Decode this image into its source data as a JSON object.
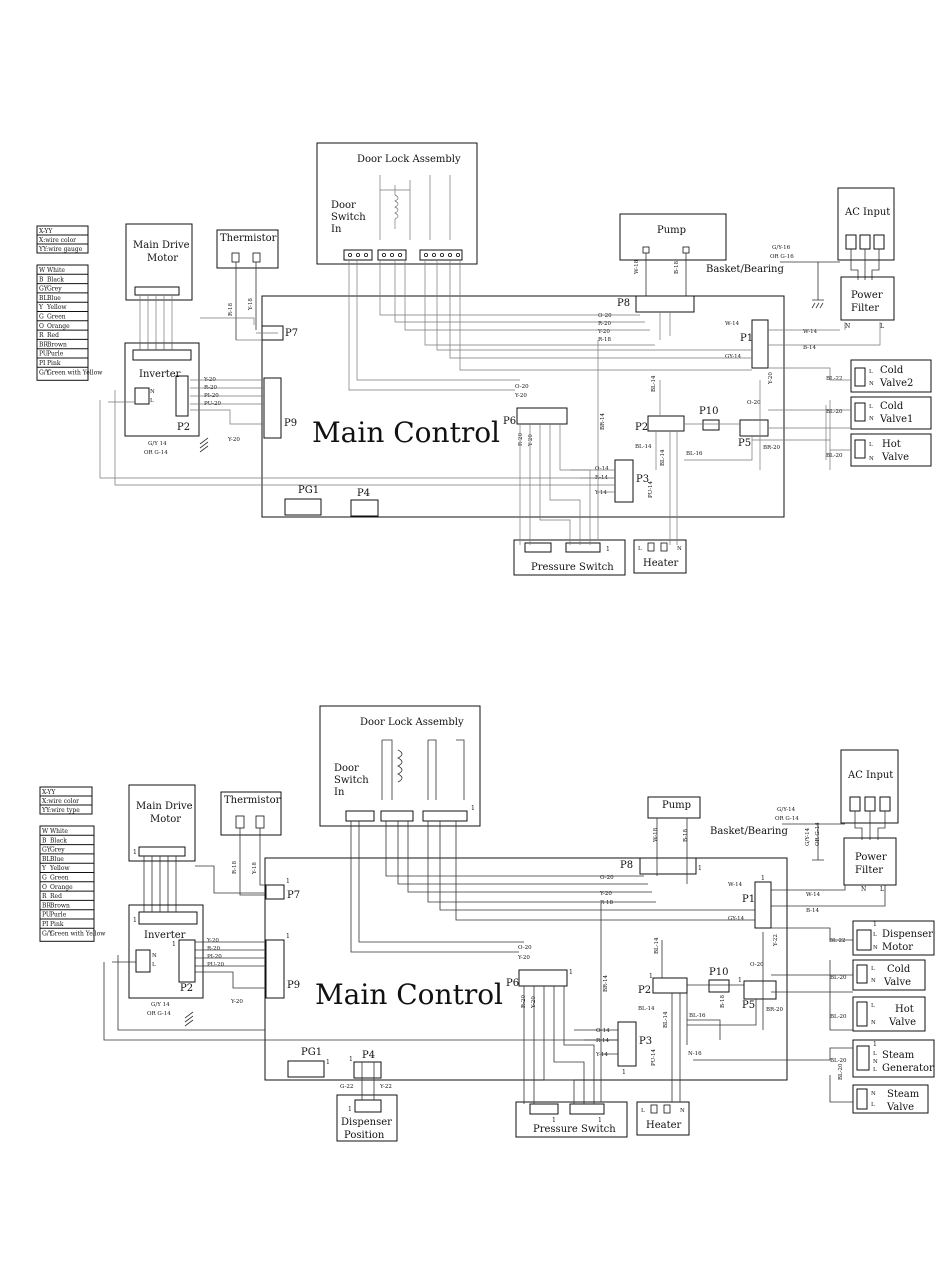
{
  "labels": {
    "main_control": "Main Control",
    "door_lock": "Door Lock Assembly",
    "door_switch_1": "Door",
    "door_switch_2": "Switch",
    "door_switch_3": "In",
    "pump": "Pump",
    "ac_input": "AC Input",
    "power_filter_1": "Power",
    "power_filter_2": "Filter",
    "main_drive_1": "Main Drive",
    "main_drive_2": "Motor",
    "thermistor": "Thermistor",
    "inverter": "Inverter",
    "pressure_switch": "Pressure Switch",
    "heater": "Heater",
    "cold_valve2_1": "Cold",
    "cold_valve2_2": "Valve2",
    "cold_valve1_1": "Cold",
    "cold_valve1_2": "Valve1",
    "cold_valve_1": "Cold",
    "cold_valve_2": "Valve",
    "hot_valve_1": "Hot",
    "hot_valve_2": "Valve",
    "dispenser_motor_1": "Dispenser",
    "dispenser_motor_2": "Motor",
    "steam_gen_1": "Steam",
    "steam_gen_2": "Generator",
    "steam_valve_1": "Steam",
    "steam_valve_2": "Valve",
    "dispenser_pos_1": "Dispenser",
    "dispenser_pos_2": "Position",
    "basket": "Basket/Bearing",
    "gy16": "G/Y-16",
    "or_g16": "OR G-16",
    "gy14": "G/Y-14",
    "or_g14": "OR G-14",
    "gy14b": "G/Y 14",
    "or_g14b": "OR G-14"
  },
  "ports": {
    "p1": "P1",
    "p2": "P2",
    "p3": "P3",
    "p4": "P4",
    "p5": "P5",
    "p6": "P6",
    "p7": "P7",
    "p8": "P8",
    "p9": "P9",
    "p10": "P10",
    "pg1": "PG1",
    "one": "1",
    "n": "N",
    "l": "L"
  },
  "wires": {
    "w14": "W-14",
    "gy14": "GY-14",
    "b14": "B-14",
    "bl22": "BL-22",
    "bl20": "BL-20",
    "bl14": "BL-14",
    "bl16": "BL-16",
    "br20": "BR-20",
    "br14": "BR-14",
    "o20": "O-20",
    "r20": "R-20",
    "y20": "Y-20",
    "r18": "R-18",
    "y18": "Y-18",
    "o14": "O-14",
    "r14": "R-14",
    "y14": "Y-14",
    "pu14": "PU-14",
    "pi20": "PI-20",
    "pu20": "PU-20",
    "w18": "W-18",
    "b18": "B-18",
    "y22": "Y-22",
    "g22": "G-22",
    "n16": "N-16"
  },
  "legend_top": [
    "X-YY",
    "X:wire color",
    "YY:wire gauge"
  ],
  "legend_top_b": [
    "X-YY",
    "X:wire color",
    "YY:wire type"
  ],
  "legend_colors": [
    {
      "code": "W",
      "name": "White"
    },
    {
      "code": "B",
      "name": "Black"
    },
    {
      "code": "GY",
      "name": "Grey"
    },
    {
      "code": "BL",
      "name": "Blue"
    },
    {
      "code": "Y",
      "name": "Yellow"
    },
    {
      "code": "G",
      "name": "Green"
    },
    {
      "code": "O",
      "name": "Orange"
    },
    {
      "code": "R",
      "name": "Red"
    },
    {
      "code": "BR",
      "name": "Brown"
    },
    {
      "code": "PU",
      "name": "Purle"
    },
    {
      "code": "PI",
      "name": "Pink"
    },
    {
      "code": "G/Y",
      "name": "Green with Yellow"
    }
  ]
}
